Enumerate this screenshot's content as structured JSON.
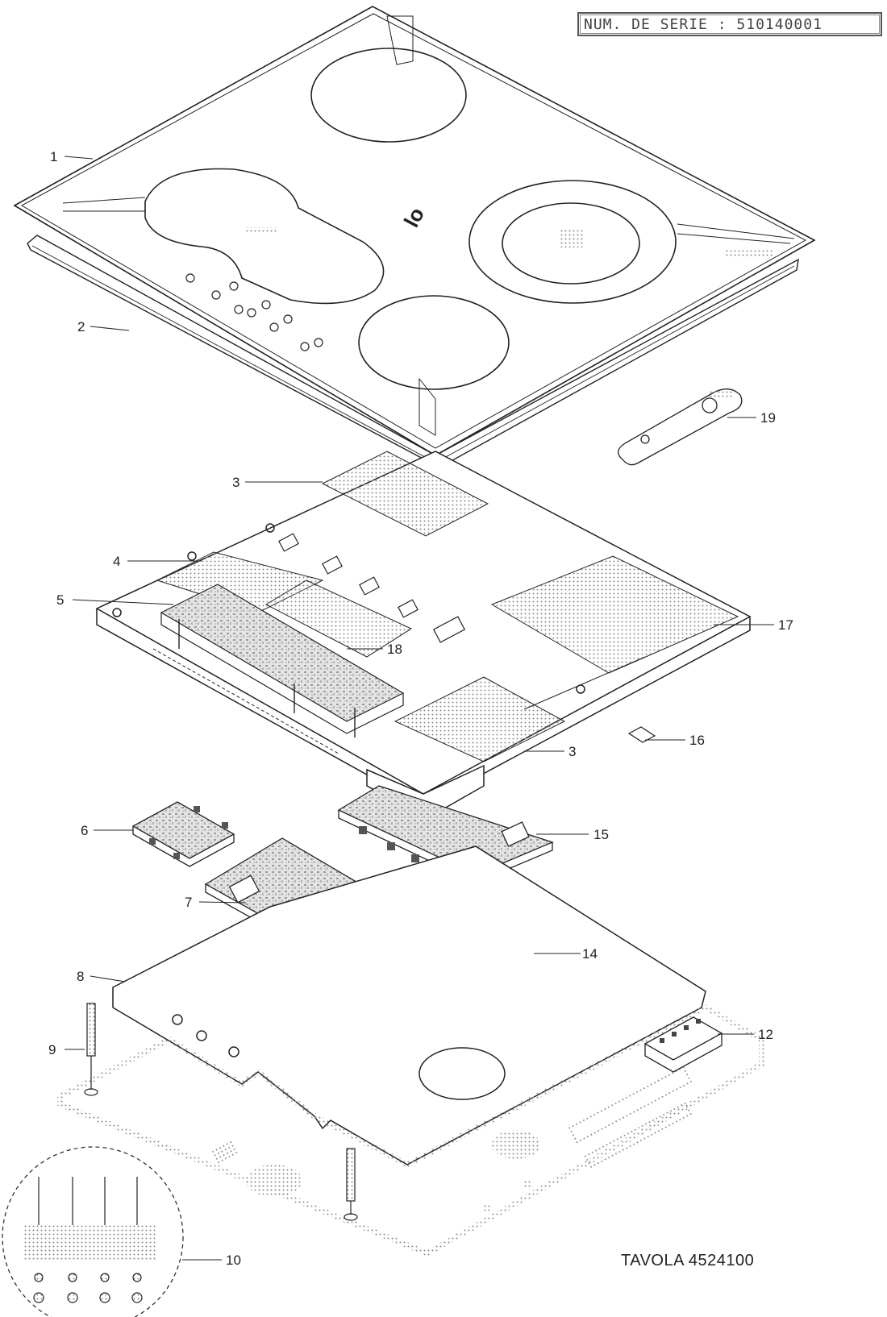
{
  "header": {
    "serial_number": "NUM. DE SERIE : 510140001"
  },
  "footer": {
    "plate_ref": "TAVOLA 4524100"
  },
  "callouts": [
    "1",
    "2",
    "3",
    "3",
    "4",
    "5",
    "6",
    "7",
    "8",
    "9",
    "10",
    "12",
    "14",
    "15",
    "16",
    "17",
    "18",
    "19"
  ],
  "colors": {
    "line": "#222222",
    "dotted_fill": "#9a9a9a",
    "background": "#ffffff"
  }
}
